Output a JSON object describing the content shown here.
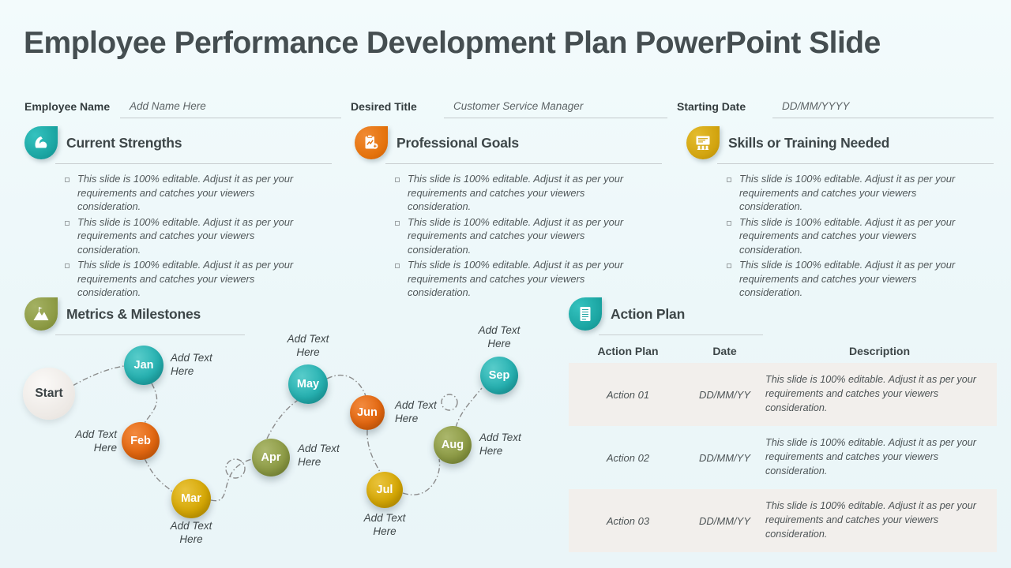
{
  "title": "Employee Performance Development Plan PowerPoint Slide",
  "fields": {
    "employee_name": {
      "label": "Employee Name",
      "value": "Add Name Here"
    },
    "desired_title": {
      "label": "Desired Title",
      "value": "Customer Service Manager"
    },
    "starting_date": {
      "label": "Starting Date",
      "value": "DD/MM/YYYY"
    }
  },
  "bullet": {
    "text": "This slide is 100% editable. Adjust it as per your requirements and catches your viewers consideration."
  },
  "sections": {
    "strengths": {
      "title": "Current Strengths",
      "icon": "bicep-icon",
      "color": "#1ca6a3"
    },
    "goals": {
      "title": "Professional Goals",
      "icon": "goals-clipboard-icon",
      "color": "#e5730d"
    },
    "skills": {
      "title": "Skills or Training Needed",
      "icon": "training-board-icon",
      "color": "#d2a40f"
    },
    "metrics": {
      "title": "Metrics & Milestones",
      "icon": "mountain-flag-icon",
      "color": "#8d9b45"
    },
    "action_plan": {
      "title": "Action Plan",
      "icon": "action-document-icon",
      "color": "#1fb1ae"
    }
  },
  "timeline": {
    "start_label": "Start",
    "node_label": "Add Text Here",
    "months": [
      {
        "label": "Jan",
        "color": "#27b2b2"
      },
      {
        "label": "Feb",
        "color": "#e3660f"
      },
      {
        "label": "Mar",
        "color": "#d6a804"
      },
      {
        "label": "Apr",
        "color": "#8d9b45"
      },
      {
        "label": "May",
        "color": "#27b2b2"
      },
      {
        "label": "Jun",
        "color": "#e3660f"
      },
      {
        "label": "Jul",
        "color": "#d6a804"
      },
      {
        "label": "Aug",
        "color": "#8d9b45"
      },
      {
        "label": "Sep",
        "color": "#27b2b2"
      }
    ]
  },
  "table": {
    "columns": [
      "Action Plan",
      "Date",
      "Description"
    ],
    "rows": [
      {
        "action": "Action 01",
        "date": "DD/MM/YY",
        "description": "This slide is 100% editable. Adjust it as per your requirements and catches your viewers consideration."
      },
      {
        "action": "Action 02",
        "date": "DD/MM/YY",
        "description": "This slide is 100% editable. Adjust it as per your requirements and catches your viewers consideration."
      },
      {
        "action": "Action 03",
        "date": "DD/MM/YY",
        "description": "This slide is 100% editable. Adjust it as per your requirements and catches your viewers consideration."
      }
    ]
  },
  "colors": {
    "background": "#edf8fa",
    "teal": "#27b2b2",
    "orange": "#e3660f",
    "gold": "#d6a804",
    "olive": "#8d9b45",
    "table_stripe": "#f2efec",
    "heading_text": "#3e4749",
    "body_text": "#54595b",
    "start_circle": "#ece8e4"
  }
}
